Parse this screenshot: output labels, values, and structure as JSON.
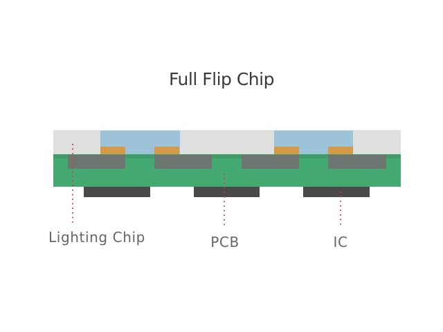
{
  "title": "Full Flip Chip",
  "labels": {
    "lighting_chip": "Lighting Chip",
    "pcb": "PCB",
    "ic": "IC"
  },
  "colors": {
    "encapsulant": "#dfdfdf",
    "lens": "#9cc3d8",
    "bump": "#d49a48",
    "pad": "#727272",
    "pcb": "#44aa72",
    "pcb_top_band": "#3e8f60",
    "ic": "#494949",
    "leader": "#d9363e",
    "label_text": "#666666",
    "title_text": "#3a3a3a"
  },
  "diagram": {
    "lighting_chip_count": 2,
    "bumps_per_chip": 2,
    "pad_count": 4,
    "ic_count": 3,
    "leader_style": "dotted"
  }
}
